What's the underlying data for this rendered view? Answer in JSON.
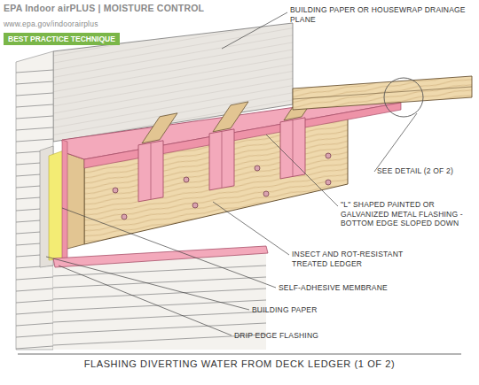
{
  "diagram": {
    "caption": "FLASHING DIVERTING WATER FROM DECK LEDGER (1 OF 2)",
    "nodes": [
      {
        "text": [
          "BEST PRACTICE TECHNIQUE"
        ]
      }
    ],
    "labels": [
      "EPA Indoor airPLUS | MOISTURE CONTROL",
      "www.epa.gov/indoorairplus",
      "BUILDING PAPER OR HOUSEWRAP DRAINAGE PLANE",
      "SEE DETAIL (2 OF 2)",
      "\"L\" SHAPED PAINTED OR GALVANIZED METAL FLASHING - BOTTOM EDGE SLOPED DOWN",
      "INSECT AND ROT-RESISTANT TREATED LEDGER",
      "SELF-ADHESIVE MEMBRANE",
      "BUILDING PAPER",
      "DRIP EDGE FLASHING"
    ]
  }
}
